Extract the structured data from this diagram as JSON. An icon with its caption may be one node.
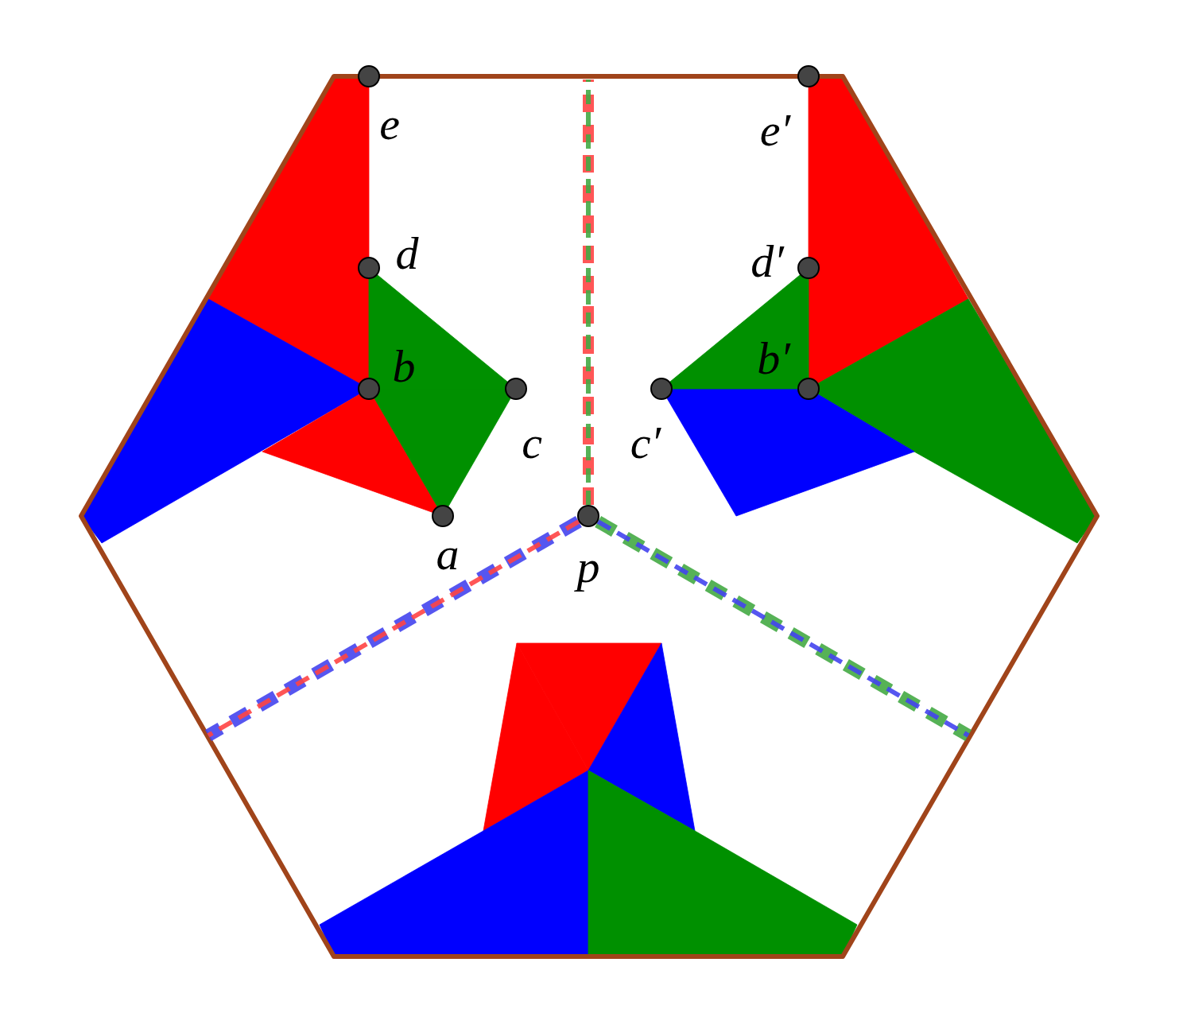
{
  "diagram": {
    "nodes": [
      {
        "text": [],
        "shape": "circle",
        "beside": [
          "e"
        ]
      },
      {
        "text": [],
        "shape": "circle",
        "beside": [
          "e′"
        ]
      },
      {
        "text": [],
        "shape": "circle",
        "beside": [
          "d"
        ]
      },
      {
        "text": [],
        "shape": "circle",
        "beside": [
          "d′"
        ]
      },
      {
        "text": [],
        "shape": "circle",
        "beside": [
          "b"
        ]
      },
      {
        "text": [],
        "shape": "circle",
        "beside": [
          "b′"
        ]
      },
      {
        "text": [],
        "shape": "circle",
        "beside": [
          "c"
        ]
      },
      {
        "text": [],
        "shape": "circle",
        "beside": [
          "c′"
        ]
      },
      {
        "text": [],
        "shape": "circle",
        "beside": [
          "a"
        ]
      },
      {
        "text": [],
        "shape": "circle",
        "beside": [
          "p"
        ]
      }
    ],
    "edges": [
      {
        "from": 9,
        "to": null,
        "arrow": "none",
        "style": "dashed",
        "color": "#ff4444"
      },
      {
        "from": 9,
        "to": null,
        "arrow": "none",
        "style": "dashed",
        "color": "#44aa44"
      },
      {
        "from": 9,
        "to": null,
        "arrow": "none",
        "style": "dashed",
        "color": "#4444ee"
      },
      {
        "from": 9,
        "to": null,
        "arrow": "none",
        "style": "dashed",
        "color": "#ff4444"
      },
      {
        "from": 9,
        "to": null,
        "arrow": "none",
        "style": "dashed",
        "color": "#44aa44"
      },
      {
        "from": 9,
        "to": null,
        "arrow": "none",
        "style": "dashed",
        "color": "#4444ee"
      }
    ]
  }
}
